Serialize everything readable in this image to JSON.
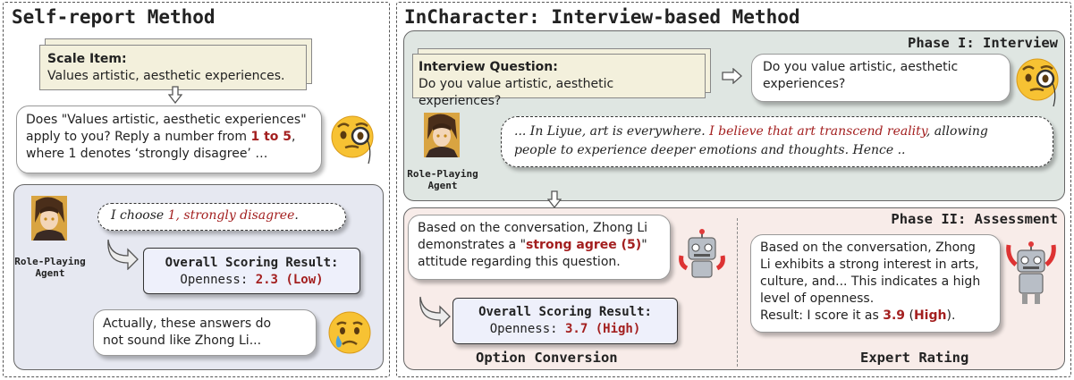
{
  "left": {
    "title": "Self-report Method",
    "scale_card": {
      "heading": "Scale Item:",
      "text": "Values artistic, aesthetic experiences."
    },
    "prompt": {
      "line1": "Does \"Values artistic, aesthetic experiences\"",
      "line2_pre": "apply to you? Reply a number from ",
      "line2_em": "1 to 5",
      "line2_post": ",",
      "line3": "where 1 denotes ‘strongly disagree’ …"
    },
    "agent_reply": {
      "pre": "I choose ",
      "em": "1, strongly disagree",
      "post": "."
    },
    "agent_label_1": "Role-Playing",
    "agent_label_2": "Agent",
    "result": {
      "title": "Overall Scoring Result:",
      "label": "Openness: ",
      "value": "2.3",
      "level": "(Low)"
    },
    "complaint": {
      "line1": "Actually, these answers do",
      "line2": "not sound like Zhong Li..."
    }
  },
  "right": {
    "title": "InCharacter: Interview-based Method",
    "phase1": {
      "label": "Phase I: Interview",
      "card_heading": "Interview Question:",
      "card_text": "Do you value artistic, aesthetic experiences?",
      "question_line1": "Do you value artistic, aesthetic",
      "question_line2": "experiences?",
      "answer_line1_pre": "... In Liyue, art is everywhere. ",
      "answer_line1_em": "I believe that art transcend reality",
      "answer_line1_post": ", allowing",
      "answer_line2": "people to experience deeper emotions and thoughts. Hence ..",
      "agent_label_1": "Role-Playing",
      "agent_label_2": "Agent"
    },
    "phase2": {
      "label": "Phase II: Assessment",
      "conversion": {
        "line1": "Based on the conversation, Zhong Li",
        "line2_pre": "demonstrates a \"",
        "line2_em": "strong agree (5)",
        "line2_post": "\"",
        "line3": "attitude regarding this question."
      },
      "result": {
        "title": "Overall Scoring Result:",
        "label": "Openness: ",
        "value": "3.7",
        "level": "(High)"
      },
      "conversion_label": "Option Conversion",
      "expert": {
        "line1": "Based on the conversation, Zhong",
        "line2": "Li exhibits a strong interest in arts,",
        "line3": "culture, and... This indicates a high",
        "line4": "level of openness.",
        "line5_pre": "Result: I score it as ",
        "line5_value": "3.9",
        "line5_mid": " (",
        "line5_level": "High",
        "line5_post": ")."
      },
      "expert_label": "Expert Rating"
    }
  },
  "colors": {
    "accent_red": "#a31f1f",
    "phase1_bg": "#dfe6e2",
    "phase2_bg": "#f8ece9",
    "result_bg": "#eef0fb",
    "left_lower_bg": "#e6e8f1",
    "card_bg": "#f3f0dc"
  },
  "icons": [
    "monocle-emoji-icon",
    "crying-emoji-icon",
    "robot-icon",
    "robot-arms-up-icon",
    "character-avatar",
    "down-arrow-icon",
    "right-arrow-icon",
    "curved-arrow-icon"
  ]
}
